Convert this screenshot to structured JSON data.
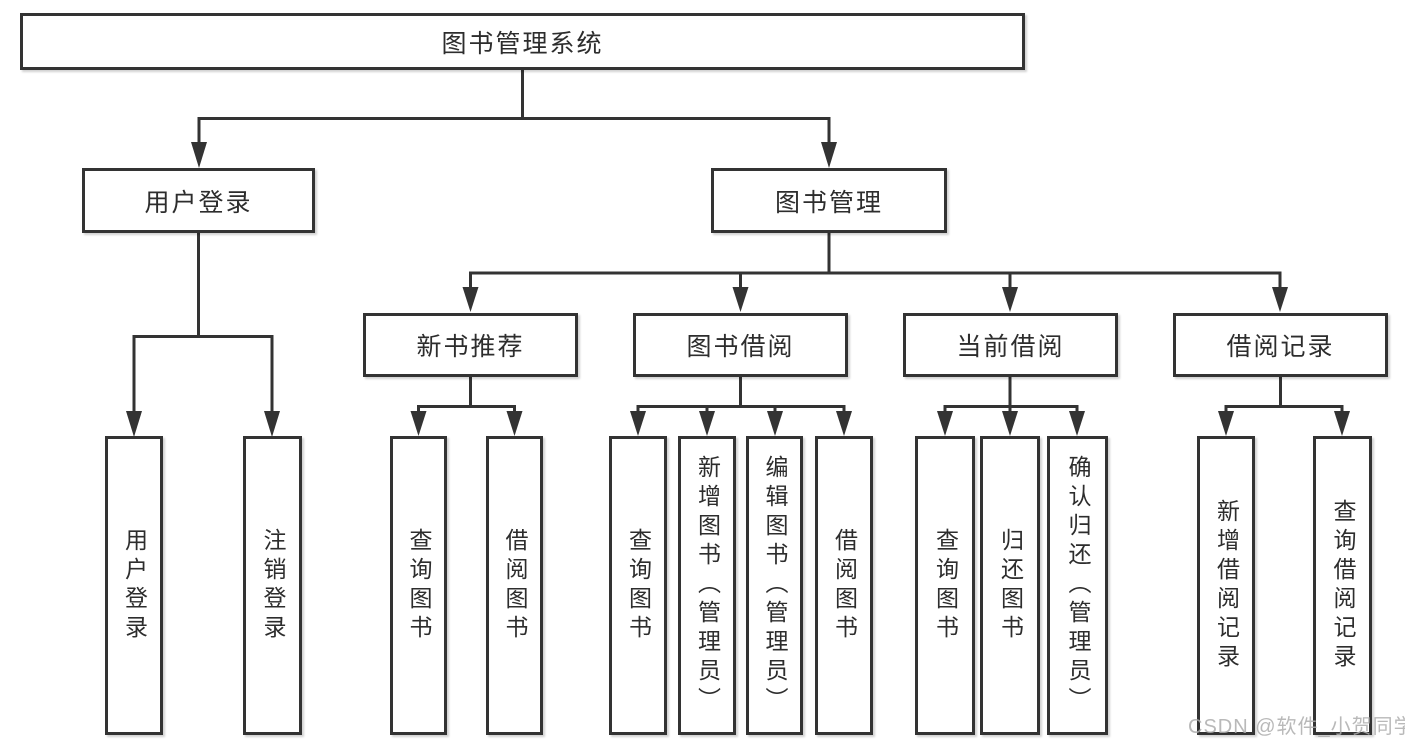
{
  "diagram": {
    "tree": {
      "root": {
        "label": "图书管理系统",
        "children": [
          {
            "label": "用户登录",
            "children": [
              {
                "label": "用户登录"
              },
              {
                "label": "注销登录"
              }
            ]
          },
          {
            "label": "图书管理",
            "children": [
              {
                "label": "新书推荐",
                "children": [
                  {
                    "label": "查询图书"
                  },
                  {
                    "label": "借阅图书"
                  }
                ]
              },
              {
                "label": "图书借阅",
                "children": [
                  {
                    "label": "查询图书"
                  },
                  {
                    "label": "新增图书（管理员）"
                  },
                  {
                    "label": "编辑图书（管理员）"
                  },
                  {
                    "label": "借阅图书"
                  }
                ]
              },
              {
                "label": "当前借阅",
                "children": [
                  {
                    "label": "查询图书"
                  },
                  {
                    "label": "归还图书"
                  },
                  {
                    "label": "确认归还（管理员）"
                  }
                ]
              },
              {
                "label": "借阅记录",
                "children": [
                  {
                    "label": "新增借阅记录"
                  },
                  {
                    "label": "查询借阅记录"
                  }
                ]
              }
            ]
          }
        ]
      }
    },
    "watermark": "CSDN @软件_小贺同学",
    "colors": {
      "line": "#333333",
      "text": "#2d2d2d",
      "watermark": "#adadad",
      "background": "#ffffff"
    }
  }
}
